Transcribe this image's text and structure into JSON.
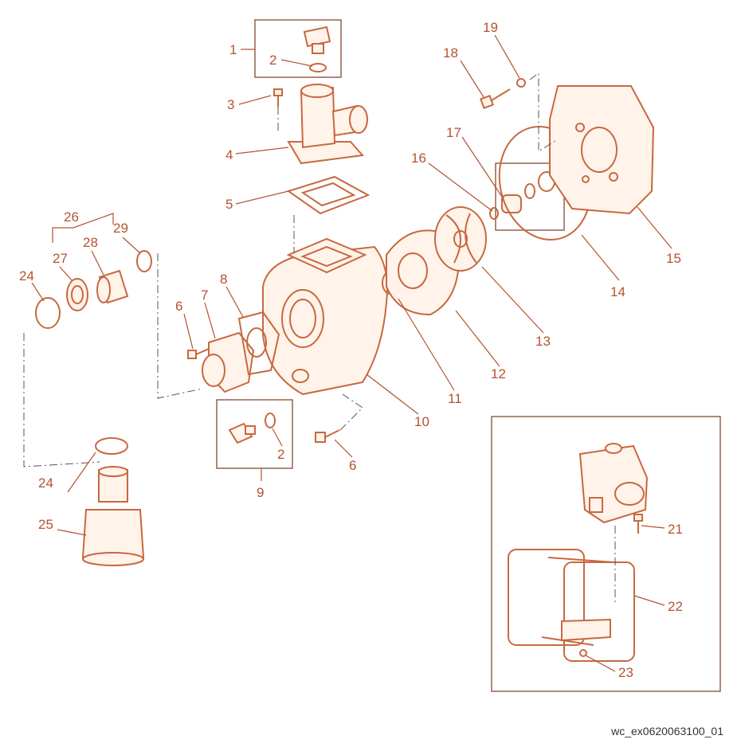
{
  "diagram": {
    "colors": {
      "line": "#c8683f",
      "label": "#b4532f",
      "frame": "#7a3a22"
    },
    "callouts": {
      "c1": "1",
      "c2a": "2",
      "c3": "3",
      "c4": "4",
      "c5": "5",
      "c6a": "6",
      "c6b": "6",
      "c7": "7",
      "c8": "8",
      "c2b": "2",
      "c9": "9",
      "c10": "10",
      "c11": "11",
      "c12": "12",
      "c13": "13",
      "c14": "14",
      "c15": "15",
      "c16": "16",
      "c17": "17",
      "c18": "18",
      "c19": "19",
      "c21": "21",
      "c22": "22",
      "c23": "23",
      "c24a": "24",
      "c24b": "24",
      "c25": "25",
      "c26": "26",
      "c27": "27",
      "c28": "28",
      "c29": "29"
    },
    "image_id": "wc_ex0620063100_01"
  }
}
